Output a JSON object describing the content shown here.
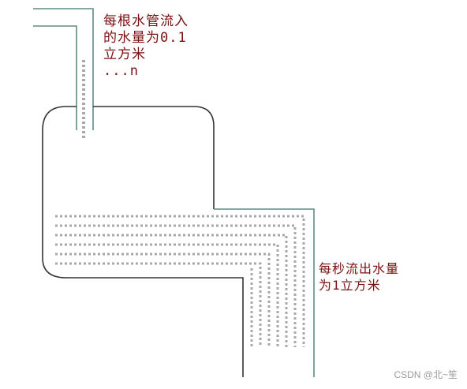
{
  "inlet_label": {
    "line1": "每根水管流入",
    "line2": "的水量为0.1",
    "line3": "立方米",
    "line4": "...n"
  },
  "outlet_label": {
    "line1": "每秒流出水量",
    "line2": "为1立方米"
  },
  "watermark": "CSDN @北~笙",
  "colors": {
    "pipe_outline": "#5f8a86",
    "water_dots": "#a8a8a8",
    "label_text": "#7a1010",
    "watermark_text": "#9a9a9a"
  }
}
